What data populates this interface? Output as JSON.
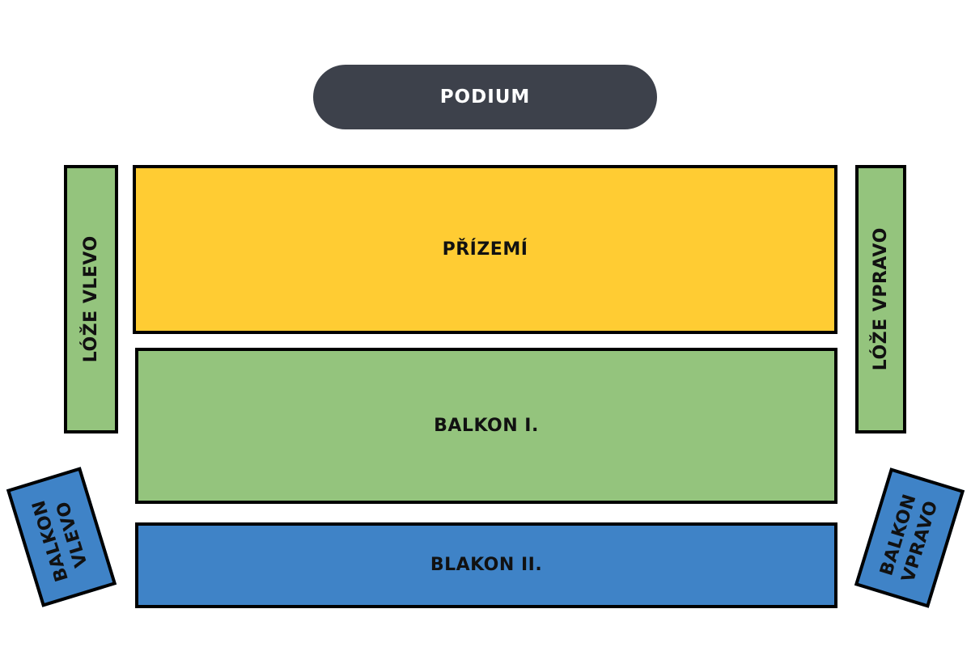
{
  "stage": {
    "label": "PODIUM",
    "color": "#3d414b"
  },
  "sections": {
    "prizemi": {
      "label": "PŘÍZEMÍ",
      "color": "#ffcc33"
    },
    "balkon_1": {
      "label": "BALKON I.",
      "color": "#94c47d"
    },
    "balkon_2": {
      "label": "BLAKON II.",
      "color": "#3f83c7"
    },
    "loze_vlevo": {
      "label": "LÓŽE VLEVO",
      "color": "#94c47d"
    },
    "loze_vpravo": {
      "label": "LÓŽE VPRAVO",
      "color": "#94c47d"
    },
    "balkon_vlevo": {
      "label": "BALKON\nVLEVO",
      "color": "#3f83c7"
    },
    "balkon_vpravo": {
      "label": "BALKON\nVPRAVO",
      "color": "#3f83c7"
    }
  },
  "border_color": "#000000"
}
